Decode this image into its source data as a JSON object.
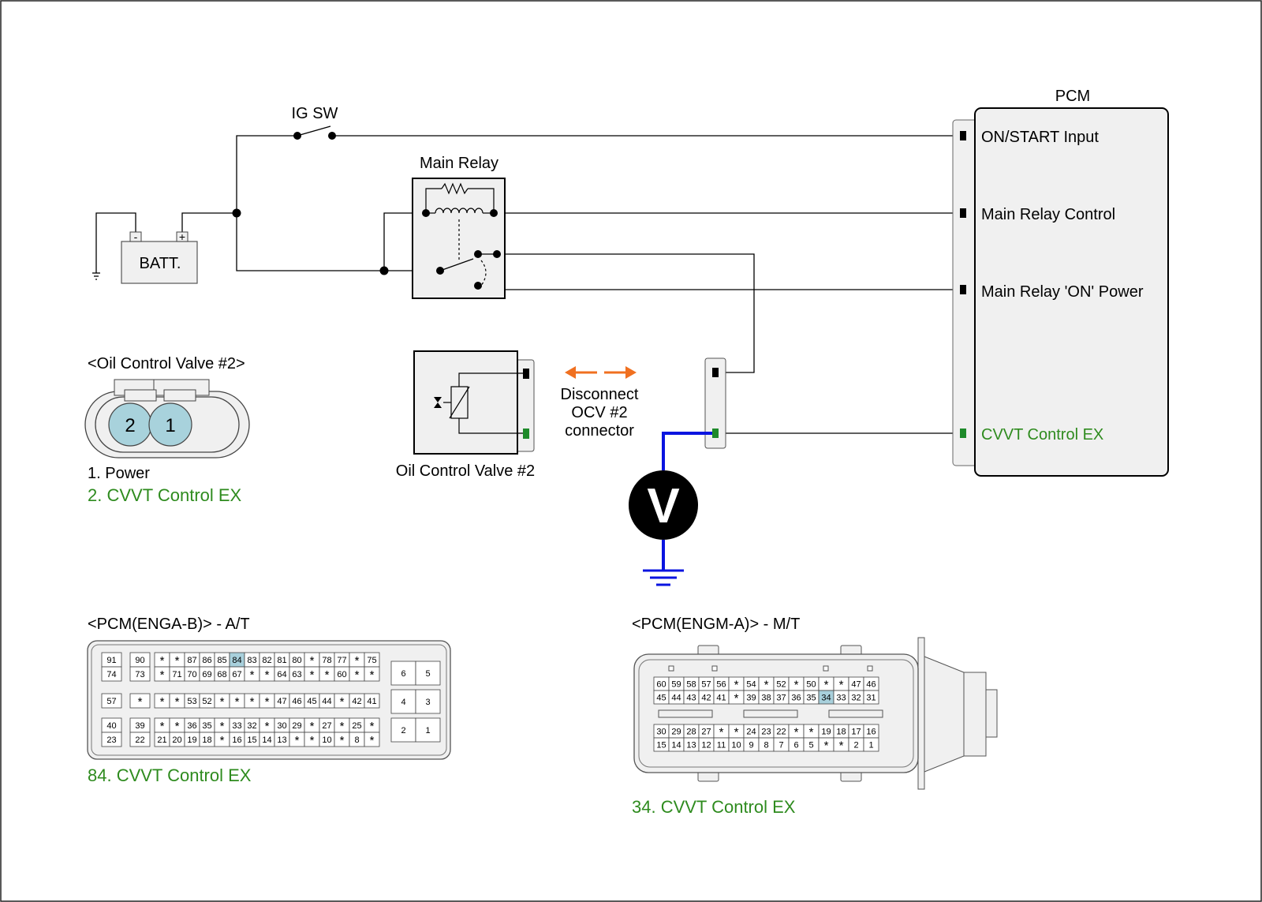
{
  "colors": {
    "wire": "#000000",
    "meter_wire": "#0a14e0",
    "green_text": "#2e8b1e",
    "green_pin": "#1e8a2a",
    "arrow": "#f07020",
    "pin_highlight": "#a8d0dc",
    "plug_fill": "#a8d2dc",
    "box_fill": "#f0f0f0"
  },
  "ig_switch": {
    "label": "IG SW"
  },
  "battery": {
    "label": "BATT.",
    "minus": "-",
    "plus": "+"
  },
  "main_relay": {
    "label": "Main Relay"
  },
  "pcm": {
    "title": "PCM",
    "pins": {
      "on_start": "ON/START Input",
      "relay_control": "Main Relay Control",
      "relay_on_power": "Main Relay 'ON' Power",
      "cvvt": "CVVT Control EX"
    }
  },
  "ocv_connector": {
    "title": "<Oil Control Valve #2>",
    "pin2": "2",
    "pin1": "1",
    "legend1": "1. Power",
    "legend2": "2. CVVT Control EX"
  },
  "ocv": {
    "label": "Oil Control Valve #2"
  },
  "disconnect_note": {
    "line1": "Disconnect",
    "line2": "OCV #2",
    "line3": "connector"
  },
  "voltmeter": {
    "symbol": "V"
  },
  "pcm_at": {
    "title": "<PCM(ENGA-B)> - A/T",
    "legend": "84. CVVT Control EX",
    "highlight": "84",
    "small_blocks": [
      [
        "91",
        "74"
      ],
      [
        "90",
        "73"
      ],
      [
        "57"
      ],
      [
        "*"
      ],
      [
        "40",
        "23"
      ],
      [
        "39",
        "22"
      ]
    ],
    "main_rows": [
      [
        "*",
        "*",
        "87",
        "86",
        "85",
        "84",
        "83",
        "82",
        "81",
        "80",
        "*",
        "78",
        "77",
        "*",
        "75"
      ],
      [
        "*",
        "71",
        "70",
        "69",
        "68",
        "67",
        "*",
        "*",
        "64",
        "63",
        "*",
        "*",
        "60",
        "*",
        "*"
      ],
      [
        "*",
        "*",
        "53",
        "52",
        "*",
        "*",
        "*",
        "*",
        "47",
        "46",
        "45",
        "44",
        "*",
        "42",
        "41"
      ],
      [
        "*",
        "*",
        "36",
        "35",
        "*",
        "33",
        "32",
        "*",
        "30",
        "29",
        "*",
        "27",
        "*",
        "25",
        "*"
      ],
      [
        "21",
        "20",
        "19",
        "18",
        "*",
        "16",
        "15",
        "14",
        "13",
        "*",
        "*",
        "10",
        "*",
        "8",
        "*"
      ]
    ],
    "right_blocks": [
      [
        "6",
        "5"
      ],
      [
        "4",
        "3"
      ],
      [
        "2",
        "1"
      ]
    ]
  },
  "pcm_mt": {
    "title": "<PCM(ENGM-A)> - M/T",
    "legend": "34. CVVT Control EX",
    "highlight": "34",
    "rows": [
      [
        "60",
        "59",
        "58",
        "57",
        "56",
        "*",
        "54",
        "*",
        "52",
        "*",
        "50",
        "*",
        "*",
        "47",
        "46"
      ],
      [
        "45",
        "44",
        "43",
        "42",
        "41",
        "*",
        "39",
        "38",
        "37",
        "36",
        "35",
        "34",
        "33",
        "32",
        "31"
      ],
      [
        "30",
        "29",
        "28",
        "27",
        "*",
        "*",
        "24",
        "23",
        "22",
        "*",
        "*",
        "19",
        "18",
        "17",
        "16"
      ],
      [
        "15",
        "14",
        "13",
        "12",
        "11",
        "10",
        "9",
        "8",
        "7",
        "6",
        "5",
        "*",
        "*",
        "2",
        "1"
      ]
    ]
  }
}
